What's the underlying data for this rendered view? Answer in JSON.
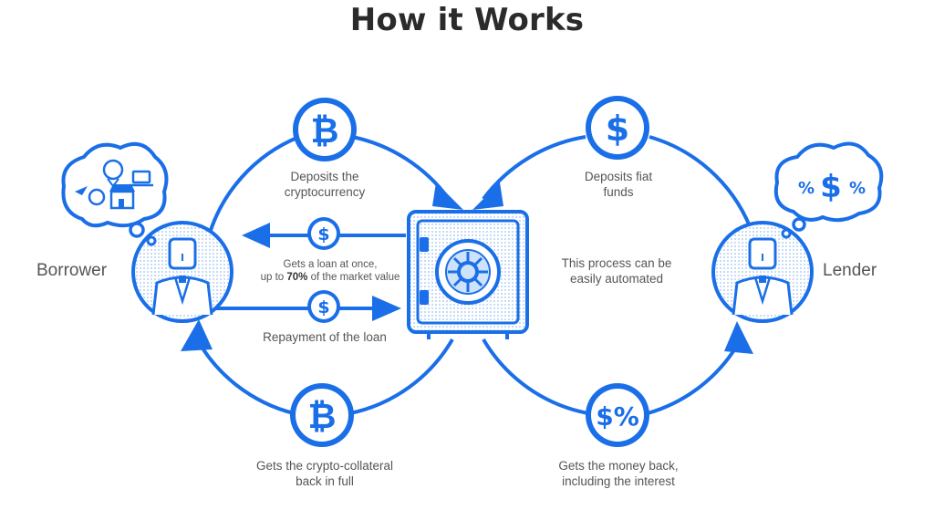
{
  "title": "How it Works",
  "colors": {
    "primary": "#1a6fe8",
    "light": "#cfe2fb",
    "text": "#555555"
  },
  "roles": {
    "borrower": "Borrower",
    "lender": "Lender"
  },
  "labels": {
    "deposits_crypto": [
      "Deposits the",
      "cryptocurrency"
    ],
    "deposits_fiat": [
      "Deposits fiat",
      "funds"
    ],
    "loan_line1": "Gets a loan at once,",
    "loan_line2_prefix": "up to ",
    "loan_line2_bold": "70%",
    "loan_line2_suffix": " of the market value",
    "repayment": "Repayment of the loan",
    "automated": [
      "This process can be",
      "easily automated"
    ],
    "collateral_back": [
      "Gets the crypto-collateral",
      "back in full"
    ],
    "money_back": [
      "Gets the money back,",
      "including the interest"
    ]
  },
  "icons": {
    "top_left_coin": "bitcoin-icon",
    "top_right_coin": "dollar-icon",
    "bottom_left_coin": "bitcoin-icon",
    "bottom_right_coin": "dollar-percent-icon",
    "loan_coin": "dollar-icon",
    "repay_coin": "dollar-icon",
    "vault": "safe-icon",
    "borrower_thought": "shopping-travel-thought-bubble-icon",
    "lender_thought": "percent-dollar-thought-bubble-icon",
    "symbols": {
      "bitcoin": "₿",
      "dollar": "$",
      "dollar_percent": "$%",
      "lender_bubble": "%$%"
    }
  }
}
